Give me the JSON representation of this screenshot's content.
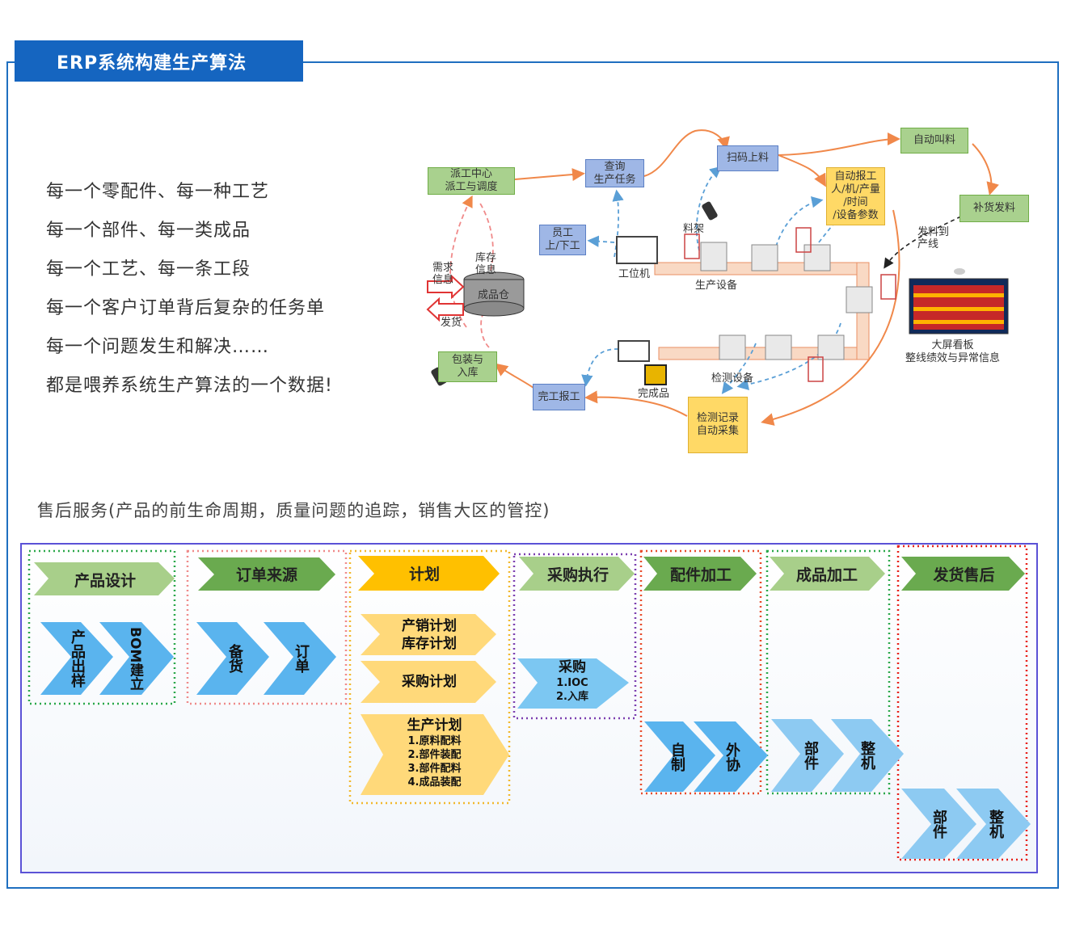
{
  "title": "ERP系统构建生产算法",
  "bullets": [
    "每一个零配件、每一种工艺",
    "每一个部件、每一类成品",
    "每一个工艺、每一条工段",
    "每一个客户订单背后复杂的任务单",
    "每一个问题发生和解决……",
    "都是喂养系统生产算法的一个数据!"
  ],
  "diagram": {
    "dispatch": "派工中心\n派工与调度",
    "query": "查询\n生产任务",
    "scan": "扫码上料",
    "auto_call": "自动叫料",
    "auto_report": "自动报工\n人/机/产量\n/时间\n/设备参数",
    "replenish": "补货发料",
    "staff": "员工\n上/下工",
    "workstation": "工位机",
    "rack": "料架",
    "prod_equipment": "生产设备",
    "feed_line": "发料到\n产线",
    "demand_info": "需求\n信息",
    "stock_info": "库存\n信息",
    "warehouse": "成品仓",
    "ship": "发货",
    "board": "大屏看板\n整线绩效与异常信息",
    "pack": "包装与\n入库",
    "finish_report": "完工报工",
    "finished_goods": "完成品",
    "inspect_equipment": "检测设备",
    "inspect_record": "检测记录\n自动采集"
  },
  "subtitle": "售后服务(产品的前生命周期，质量问题的追踪，销售大区的管控)",
  "flow": {
    "stages": [
      {
        "header": "产品设计",
        "items": [
          "产品出样",
          "BOM建立"
        ]
      },
      {
        "header": "订单来源",
        "items": [
          "备货",
          "订单"
        ]
      },
      {
        "header": "计划",
        "items": [
          "产销计划\n库存计划",
          "采购计划",
          "生产计划"
        ],
        "plan_list": [
          "1.原料配料",
          "2.部件装配",
          "3.部件配料",
          "4.成品装配"
        ]
      },
      {
        "header": "采购执行",
        "items": [
          "采购"
        ],
        "list": [
          "1.IOC",
          "2.入库"
        ]
      },
      {
        "header": "配件加工",
        "items": [
          "自制",
          "外协"
        ]
      },
      {
        "header": "成品加工",
        "items": [
          "部件",
          "整机"
        ]
      },
      {
        "header": "发货售后",
        "items": [
          "部件",
          "整机"
        ]
      }
    ]
  },
  "colors": {
    "brand_blue": "#1565c0",
    "frame_border": "#1f6fc0",
    "flow_border": "#5b52d6",
    "chevron_blue": "#5ab4ee",
    "chevron_yellow": "#ffd97a",
    "header_green": "#6aaa4f",
    "header_yellow": "#ffc000"
  }
}
